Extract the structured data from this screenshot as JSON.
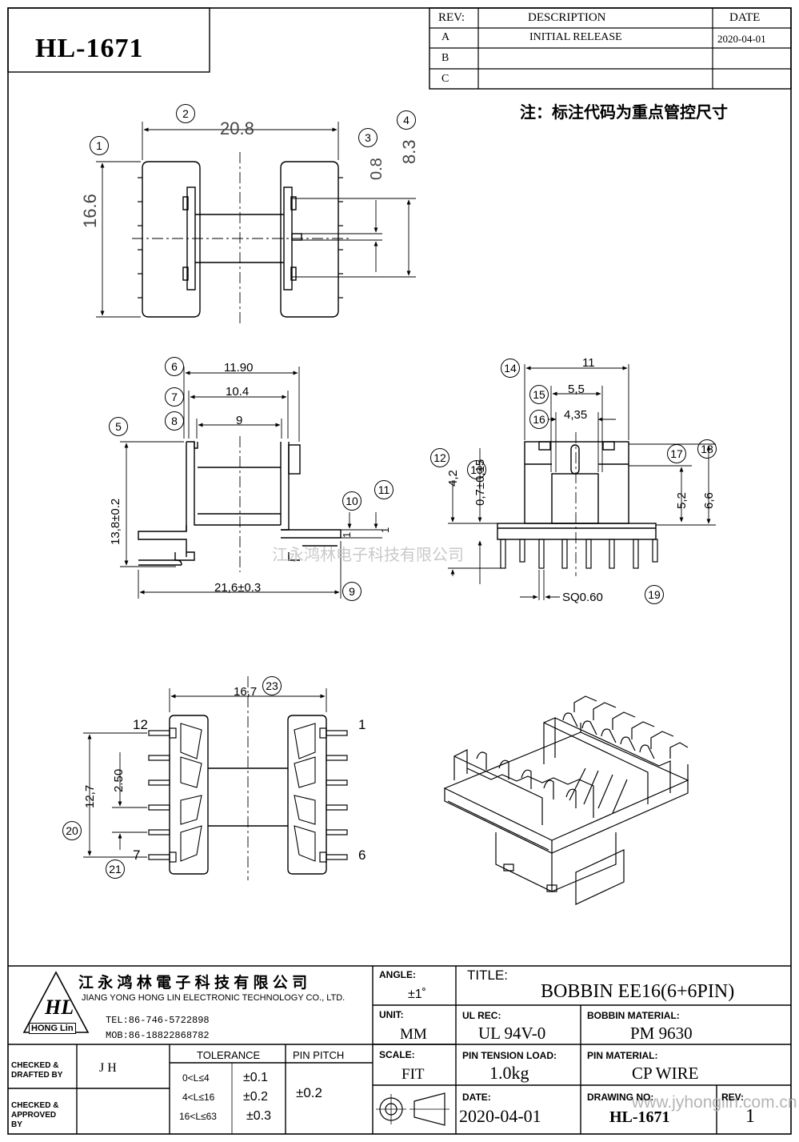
{
  "part_no_box": "HL-1671",
  "revision_table": {
    "headers": [
      "REV:",
      "DESCRIPTION",
      "DATE"
    ],
    "rows": [
      {
        "rev": "A",
        "description": "INITIAL RELEASE",
        "date": "2020-04-01"
      },
      {
        "rev": "B",
        "description": "",
        "date": ""
      },
      {
        "rev": "C",
        "description": "",
        "date": ""
      }
    ]
  },
  "note": "注：标注代码为重点管控尺寸",
  "balloons": [
    "1",
    "2",
    "3",
    "4",
    "5",
    "6",
    "7",
    "8",
    "9",
    "10",
    "11",
    "12",
    "13",
    "14",
    "15",
    "16",
    "17",
    "18",
    "19",
    "20",
    "21",
    "23"
  ],
  "dimensions": {
    "top_width": "20.8",
    "top_height": "16.6",
    "pin_dim": "0.8",
    "pin_span": "8.3",
    "side_11_90": "11.90",
    "side_10_4": "10.4",
    "side_9": "9",
    "side_height": "13,8±0.2",
    "side_width": "21,6±0.3",
    "side_1a": "1",
    "side_1b": "1",
    "end_11": "11",
    "end_5_5": "5,5",
    "end_4_35": "4,35",
    "end_4_2": "4,2",
    "end_0_7": "0,7±0,15",
    "end_5_2": "5,2",
    "end_6_6": "6,6",
    "end_sq": "SQ0.60",
    "bot_16_7": "16,7",
    "bot_12_7": "12,7",
    "bot_2_50": "2.50",
    "pin_12": "12",
    "pin_1": "1",
    "pin_7": "7",
    "pin_6": "6"
  },
  "watermark_cn": "江永鸿林电子科技有限公司",
  "watermark_web": "www.jyhonglin.com.cn",
  "title_block": {
    "company_cn": "江 永 鸿 林 電 子 科 技 有 限 公 司",
    "company_en": "JIANG YONG HONG LIN ELECTRONIC TECHNOLOGY CO., LTD.",
    "logo_letters": "HL",
    "logo_text": "HONG Lin",
    "tel": "TEL:86-746-5722898",
    "mob": "MOB:86-18822868782",
    "checked_drafted_label": "CHECKED & DRAFTED BY",
    "checked_drafted_value": "J H",
    "checked_approved_label": "CHECKED & APPROVED BY",
    "tolerance_label": "TOLERANCE",
    "tolerance_rows": [
      {
        "range": "0<L≤4",
        "tol": "±0.1"
      },
      {
        "range": "4<L≤16",
        "tol": "±0.2"
      },
      {
        "range": "16<L≤63",
        "tol": "±0.3"
      }
    ],
    "pin_pitch_label": "PIN PITCH",
    "pin_pitch_value": "±0.2",
    "angle_label": "ANGLE:",
    "angle_value": "±1˚",
    "unit_label": "UNIT:",
    "unit_value": "MM",
    "scale_label": "SCALE:",
    "scale_value": "FIT",
    "title_label": "TITLE:",
    "title_value": "BOBBIN EE16(6+6PIN)",
    "ul_label": "UL REC:",
    "ul_value": "UL 94V-0",
    "bobbin_mat_label": "BOBBIN MATERIAL:",
    "bobbin_mat_value": "PM 9630",
    "tension_label": "PIN TENSION LOAD:",
    "tension_value": "1.0kg",
    "pin_mat_label": "PIN MATERIAL:",
    "pin_mat_value": "CP WIRE",
    "date_label": "DATE:",
    "date_value": "2020-04-01",
    "drawing_no_label": "DRAWING NO:",
    "drawing_no_value": "HL-1671",
    "rev_label": "REV:",
    "rev_value": "1"
  }
}
